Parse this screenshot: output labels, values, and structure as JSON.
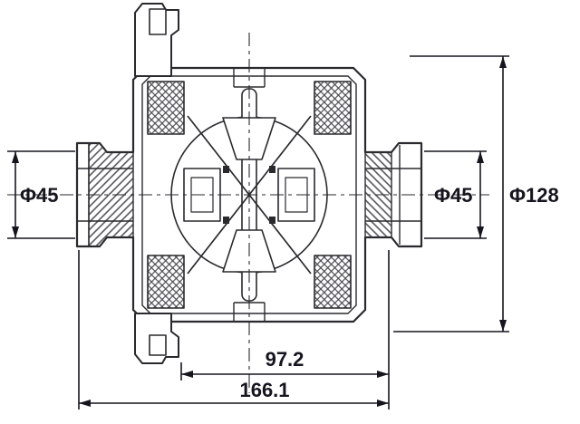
{
  "page": {
    "background": "#ffffff",
    "line_color": "#2a2a2e",
    "dimension_color": "#15151f"
  },
  "drawing": {
    "dimensions": {
      "left_shaft": "Φ45",
      "right_shaft": "Φ45",
      "case_outer": "Φ128",
      "length_inner": "97.2",
      "length_overall": "166.1"
    }
  }
}
